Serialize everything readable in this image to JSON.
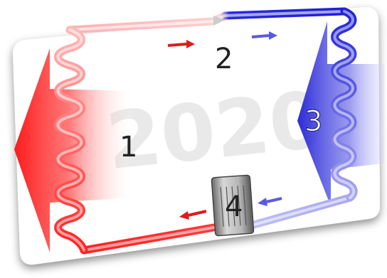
{
  "diagram": {
    "labels": {
      "condenser": "1",
      "expansion_valve": "2",
      "evaporator": "3",
      "compressor": "4"
    },
    "watermark": "2020",
    "colors": {
      "hot": "#ff2a2a",
      "hot_light": "#ffb6b6",
      "cold": "#1f1fd8",
      "cold_light": "#a9a9f0",
      "compressor": "#9a9a9a"
    }
  }
}
